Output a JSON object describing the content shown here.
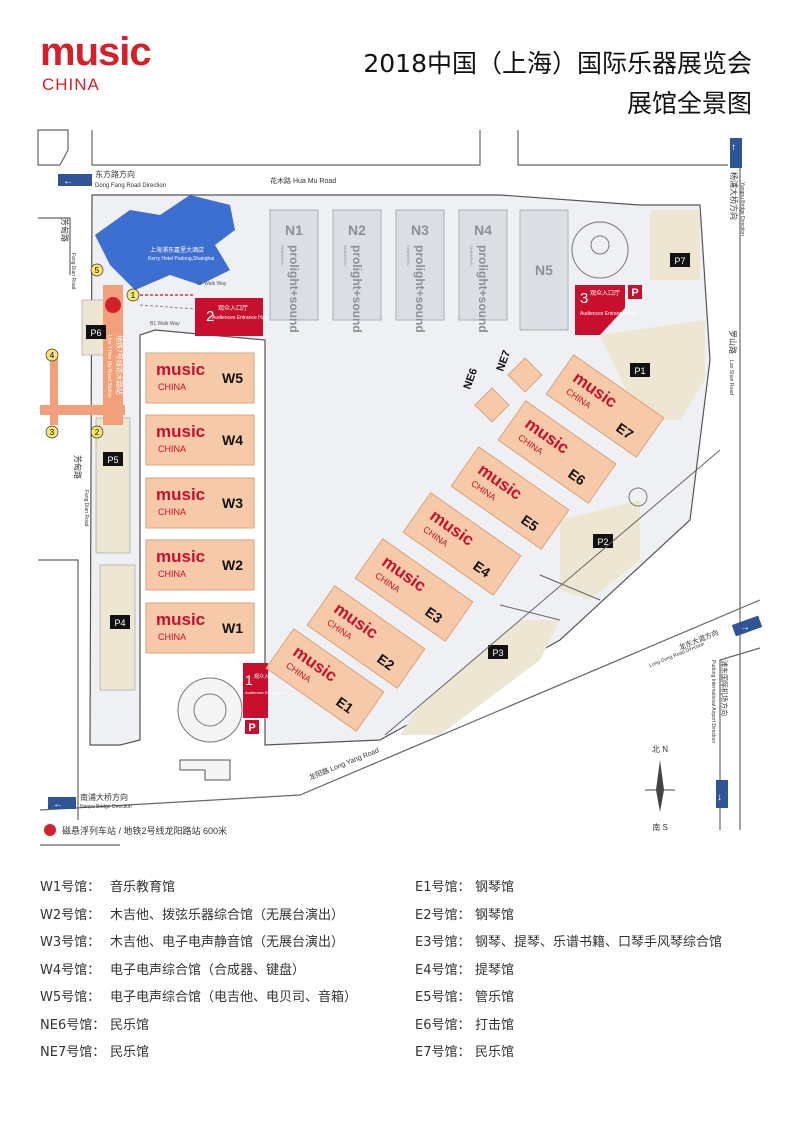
{
  "header": {
    "logo_music": "music",
    "logo_china": "CHINA",
    "title": "2018中国（上海）国际乐器展览会",
    "subtitle": "展馆全景图"
  },
  "colors": {
    "brand_red": "#d4202a",
    "hall_fill": "#f6c9a8",
    "hall_stroke": "#d9a27e",
    "parking_fill": "#ece6d2",
    "road_stroke": "#555555",
    "n_hall_fill": "#dcdee4",
    "metro_orange": "#f2a079",
    "entrance_red": "#c8102e",
    "arrow_blue": "#2f5597"
  },
  "map": {
    "roads": {
      "dongfang": "东方路方向",
      "dongfang_en": "Dong Fang Road Direction",
      "huamu": "花木路 Hua Mu Road",
      "fangdian_top_cn": "芳甸路",
      "fangdian_top_en": "Fang Dian Road",
      "fangdian_mid_cn": "芳甸路",
      "fangdian_mid_en": "Fang Dian Road",
      "yangpu_cn": "杨浦大桥方向",
      "yangpu_en": "Yangpu Bridge Direction",
      "luoshan_cn": "罗山路",
      "luoshan_en": "Luo Shan Road",
      "longdong_cn": "龙东大道方向",
      "longdong_en": "Long Dong Road Direction",
      "pudong_airport_cn": "浦东国际机场方向",
      "pudong_airport_en": "Pudong International Airport Direction",
      "longyang": "龙阳路 Long Yang Road",
      "nanpu_cn": "南浦大桥方向",
      "nanpu_en": "Nanpu Bridge Direction"
    },
    "hotel_cn": "上海浦东嘉里大酒店",
    "hotel_en": "Kerry Hotel Pudong,Shanghai",
    "walkway_2f": "2F Walk Way",
    "walkway_b1": "B1 Walk Way",
    "metro_station_cn": "地铁7号线花木路站",
    "metro_station_en": "Line 7 Hua Mu Road Station",
    "exits": [
      "1",
      "2",
      "3",
      "4",
      "5"
    ],
    "entrances": [
      {
        "num": "1",
        "cn": "观众入口厅",
        "en": "Audiences Entrance Hall"
      },
      {
        "num": "2",
        "cn": "观众入口厅",
        "en": "Audiences Entrance Hall"
      },
      {
        "num": "3",
        "cn": "观众入口厅",
        "en": "Audiences Entrance Hall"
      }
    ],
    "parking_symbol": "P",
    "parking_labels": [
      "P1",
      "P2",
      "P3",
      "P4",
      "P5",
      "P6",
      "P7"
    ],
    "north_halls": [
      "N1",
      "N2",
      "N3",
      "N4",
      "N5"
    ],
    "north_brand": "prolight+sound",
    "north_brand_sub": "SHANGHAI",
    "ne_halls": [
      "NE6",
      "NE7"
    ],
    "hall_brand": "music",
    "hall_brand_sub": "CHINA",
    "west_halls": [
      "W5",
      "W4",
      "W3",
      "W2",
      "W1"
    ],
    "east_halls": [
      "E7",
      "E6",
      "E5",
      "E4",
      "E3",
      "E2",
      "E1"
    ],
    "compass_n": "北 N",
    "compass_s": "南 S",
    "metro_note": "磁悬浮列车站 / 地铁2号线龙阳路站  600米"
  },
  "legend_left": [
    {
      "hall": "W1号馆：",
      "desc": "音乐教育馆"
    },
    {
      "hall": "W2号馆：",
      "desc": "木吉他、拨弦乐器综合馆（无展台演出）"
    },
    {
      "hall": "W3号馆：",
      "desc": "木吉他、电子电声静音馆（无展台演出）"
    },
    {
      "hall": "W4号馆：",
      "desc": "电子电声综合馆（合成器、键盘）"
    },
    {
      "hall": "W5号馆：",
      "desc": "电子电声综合馆（电吉他、电贝司、音箱）"
    },
    {
      "hall": "NE6号馆：",
      "desc": "民乐馆"
    },
    {
      "hall": "NE7号馆：",
      "desc": "民乐馆"
    }
  ],
  "legend_right": [
    {
      "hall": "E1号馆：",
      "desc": "钢琴馆"
    },
    {
      "hall": "E2号馆：",
      "desc": "钢琴馆"
    },
    {
      "hall": "E3号馆：",
      "desc": "钢琴、提琴、乐谱书籍、口琴手风琴综合馆"
    },
    {
      "hall": "E4号馆：",
      "desc": "提琴馆"
    },
    {
      "hall": "E5号馆：",
      "desc": "管乐馆"
    },
    {
      "hall": "E6号馆：",
      "desc": "打击馆"
    },
    {
      "hall": "E7号馆：",
      "desc": "民乐馆"
    }
  ]
}
